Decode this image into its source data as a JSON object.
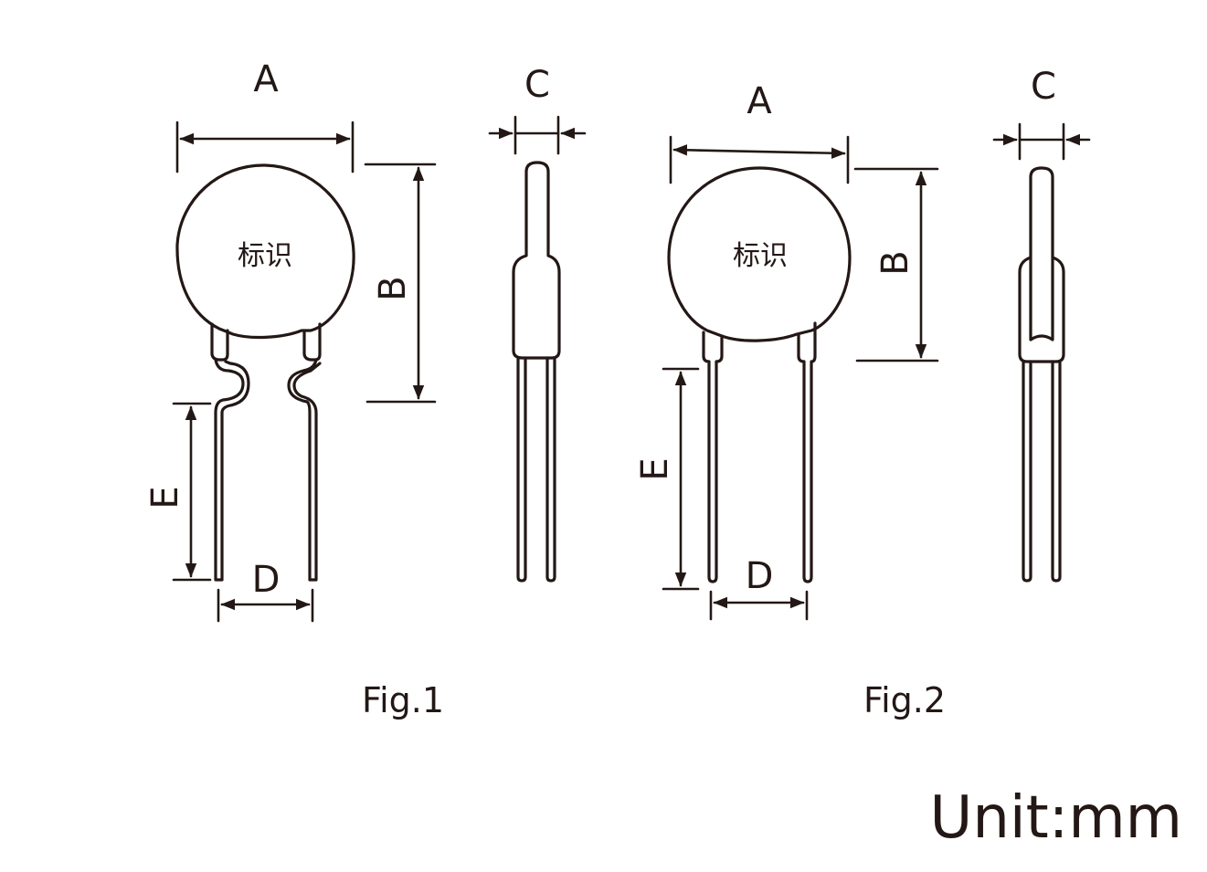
{
  "fig1": {
    "label_a": "A",
    "label_b": "B",
    "label_c": "C",
    "label_d": "D",
    "label_e": "E",
    "marking": "标识",
    "caption": "Fig.1"
  },
  "fig2": {
    "label_a": "A",
    "label_b": "B",
    "label_c": "C",
    "label_d": "D",
    "label_e": "E",
    "marking": "标识",
    "caption": "Fig.2"
  },
  "unit_note": "Unit:mm",
  "colors": {
    "line": "#231815",
    "background": "#ffffff"
  }
}
